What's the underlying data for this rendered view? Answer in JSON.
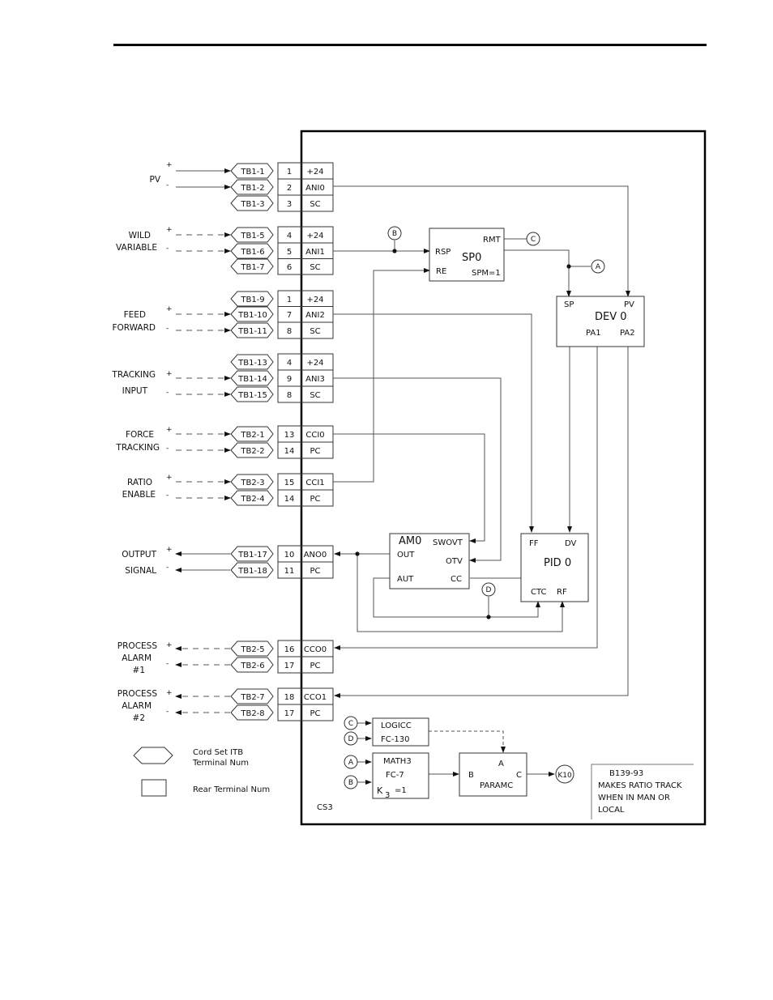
{
  "terminals": [
    {
      "itb": "TB1-1",
      "rear": "1",
      "func": "+24"
    },
    {
      "itb": "TB1-2",
      "rear": "2",
      "func": "ANI0"
    },
    {
      "itb": "TB1-3",
      "rear": "3",
      "func": "SC"
    },
    {
      "itb": "TB1-5",
      "rear": "4",
      "func": "+24"
    },
    {
      "itb": "TB1-6",
      "rear": "5",
      "func": "ANI1"
    },
    {
      "itb": "TB1-7",
      "rear": "6",
      "func": "SC"
    },
    {
      "itb": "TB1-9",
      "rear": "1",
      "func": "+24"
    },
    {
      "itb": "TB1-10",
      "rear": "7",
      "func": "ANI2"
    },
    {
      "itb": "TB1-11",
      "rear": "8",
      "func": "SC"
    },
    {
      "itb": "TB1-13",
      "rear": "4",
      "func": "+24"
    },
    {
      "itb": "TB1-14",
      "rear": "9",
      "func": "ANI3"
    },
    {
      "itb": "TB1-15",
      "rear": "8",
      "func": "SC"
    },
    {
      "itb": "TB2-1",
      "rear": "13",
      "func": "CCI0"
    },
    {
      "itb": "TB2-2",
      "rear": "14",
      "func": "PC"
    },
    {
      "itb": "TB2-3",
      "rear": "15",
      "func": "CCI1"
    },
    {
      "itb": "TB2-4",
      "rear": "14",
      "func": "PC"
    },
    {
      "itb": "TB1-17",
      "rear": "10",
      "func": "ANO0"
    },
    {
      "itb": "TB1-18",
      "rear": "11",
      "func": "PC"
    },
    {
      "itb": "TB2-5",
      "rear": "16",
      "func": "CCO0"
    },
    {
      "itb": "TB2-6",
      "rear": "17",
      "func": "PC"
    },
    {
      "itb": "TB2-7",
      "rear": "18",
      "func": "CCO1"
    },
    {
      "itb": "TB2-8",
      "rear": "17",
      "func": "PC"
    }
  ],
  "signals": {
    "pv": "PV",
    "wild_1": "WILD",
    "wild_2": "VARIABLE",
    "feed_1": "FEED",
    "feed_2": "FORWARD",
    "track_1": "TRACKING",
    "track_2": "INPUT",
    "force_1": "FORCE",
    "force_2": "TRACKING",
    "ratio_1": "RATIO",
    "ratio_2": "ENABLE",
    "output_1": "OUTPUT",
    "output_2": "SIGNAL",
    "alarm1_1": "PROCESS",
    "alarm1_2": "ALARM",
    "alarm1_3": "#1",
    "alarm2_1": "PROCESS",
    "alarm2_2": "ALARM",
    "alarm2_3": "#2",
    "plus": "+",
    "minus": "-"
  },
  "blocks": {
    "sp": {
      "name": "SP0",
      "rsp": "RSP",
      "re": "RE",
      "rmt": "RMT",
      "spm": "SPM=1"
    },
    "dev": {
      "name": "DEV 0",
      "sp": "SP",
      "pv": "PV",
      "pa1": "PA1",
      "pa2": "PA2"
    },
    "am": {
      "name": "AM0",
      "out": "OUT",
      "aut": "AUT",
      "swovt": "SWOVT",
      "otv": "OTV",
      "cc": "CC"
    },
    "pid": {
      "name": "PID 0",
      "ff": "FF",
      "dv": "DV",
      "ctc": "CTC",
      "rf": "RF"
    },
    "logic": {
      "l1": "LOGICC",
      "l2": "FC-130"
    },
    "math": {
      "l1": "MATH3",
      "l2": "FC-7",
      "k": "K",
      "ksub": "3",
      "kval": "=1"
    },
    "param": {
      "name": "PARAMC",
      "a": "A",
      "b": "B",
      "c": "C"
    }
  },
  "connectors": {
    "a": "A",
    "b": "B",
    "c": "C",
    "d": "D",
    "k10": "K10"
  },
  "legend": {
    "itb_1": "Cord Set ITB",
    "itb_2": "Terminal Num",
    "rear": "Rear Terminal Num"
  },
  "note": {
    "l1": "B139-93",
    "l2": "MAKES RATIO TRACK",
    "l3": "WHEN IN MAN OR",
    "l4": "LOCAL"
  },
  "config_label": "CS3"
}
